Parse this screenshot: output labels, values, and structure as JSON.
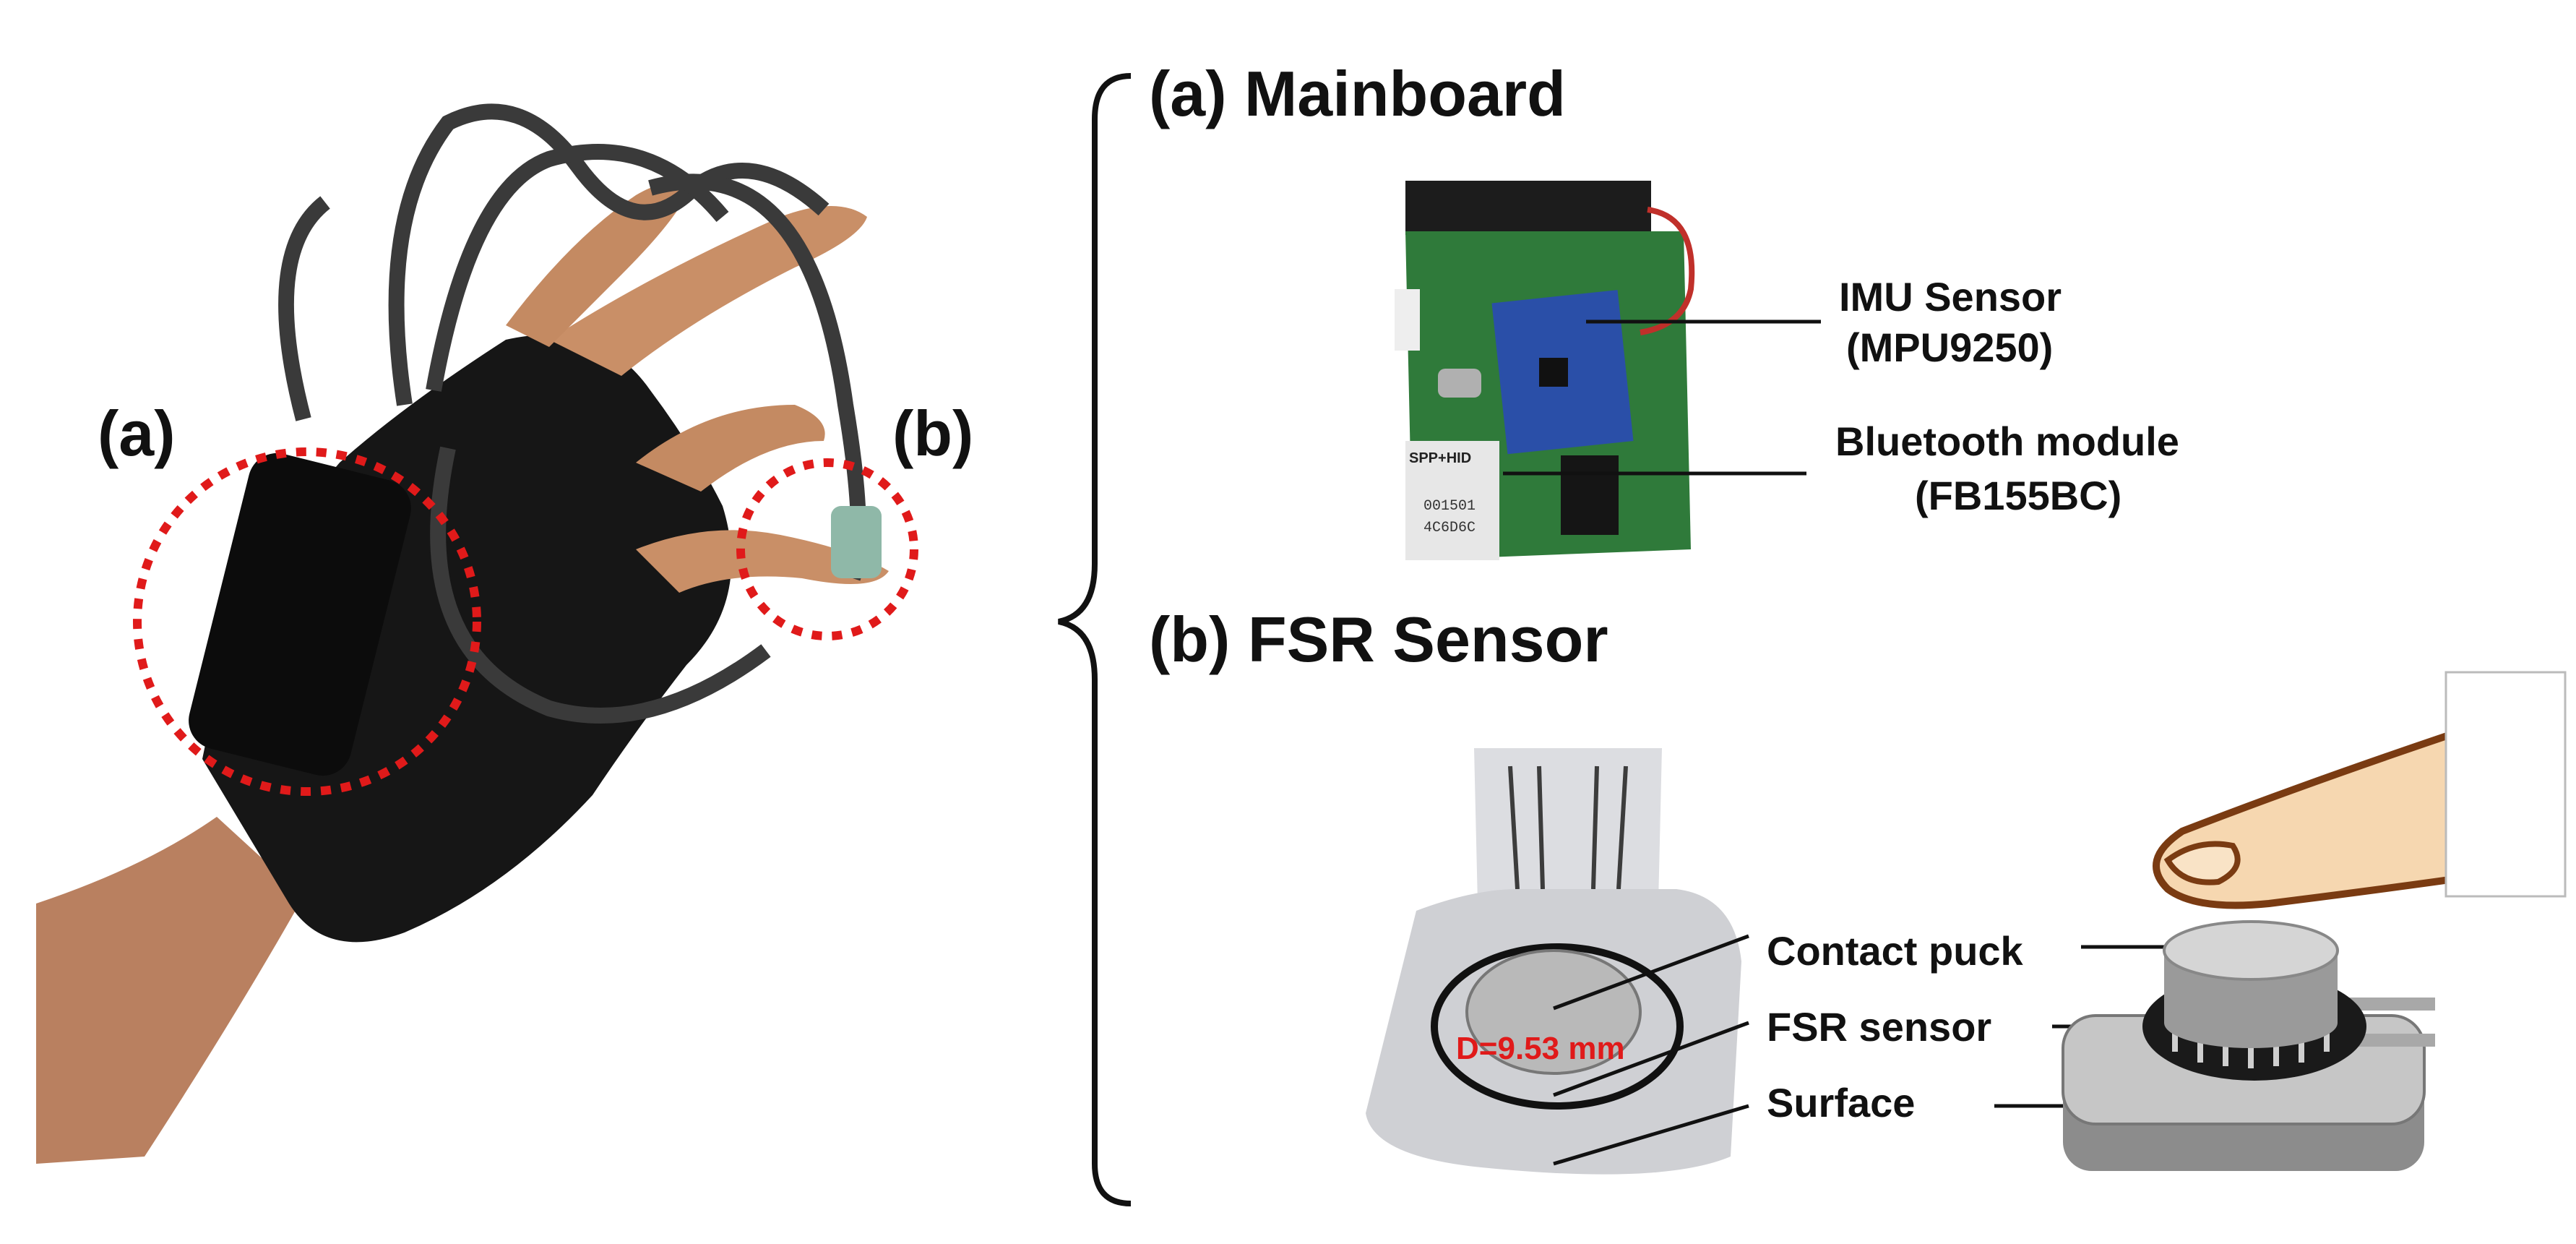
{
  "figure": {
    "left_labels": {
      "a": "(a)",
      "b": "(b)"
    },
    "mainboard": {
      "title": "(a) Mainboard",
      "chip_text": "SPP+HID",
      "module_text_line1": "001501",
      "module_text_line2": "4C6D6C",
      "imu_label_line1": "IMU Sensor",
      "imu_label_line2": "(MPU9250)",
      "bt_label_line1": "Bluetooth module",
      "bt_label_line2": "(FB155BC)"
    },
    "fsr": {
      "title": "(b) FSR Sensor",
      "diameter_label": "D=9.53 mm",
      "contact_puck_label": "Contact puck",
      "fsr_sensor_label": "FSR sensor",
      "surface_label": "Surface"
    },
    "colors": {
      "dashed_circle": "#e01a1a",
      "board_green": "#2f7a3a",
      "imu_blue": "#2a4fa8",
      "skin": "#c98f67",
      "glove": "#151515",
      "diameter_text": "#e01a1a"
    }
  }
}
